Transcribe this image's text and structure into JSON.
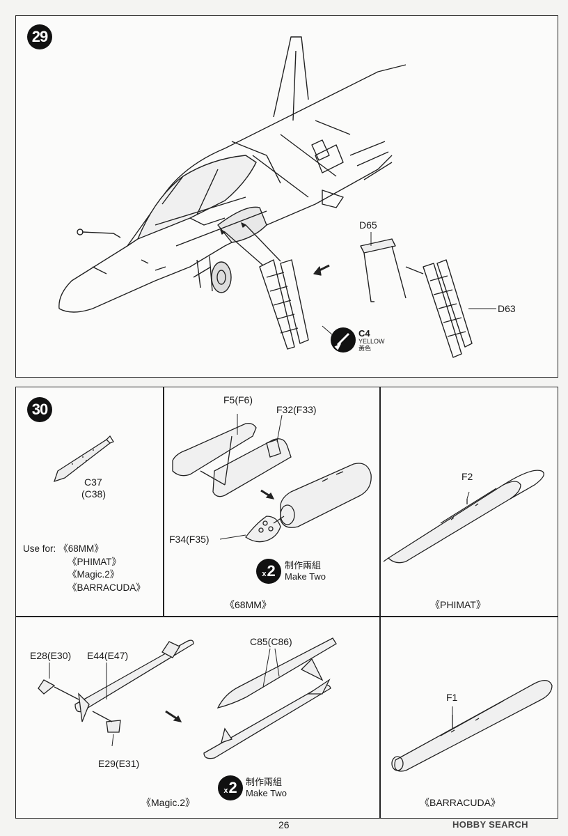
{
  "page_number": "26",
  "watermark": "HOBBY SEARCH",
  "step29": {
    "number": "29",
    "labels": {
      "d65": "D65",
      "d63": "D63"
    },
    "paint": {
      "code": "C4",
      "name_en": "YELLOW",
      "name_zh": "黃色"
    }
  },
  "step30": {
    "number": "30",
    "part_c37": "C37",
    "part_c38": "(C38)",
    "use_for_label": "Use for:",
    "use_for_items": [
      "《68MM》",
      "《PHIMAT》",
      "《Magic.2》",
      "《BARRACUDA》"
    ],
    "panels": {
      "mm68": {
        "title": "《68MM》",
        "labels": {
          "f5": "F5(F6)",
          "f32": "F32(F33)",
          "f34": "F34(F35)"
        },
        "make_two": {
          "count": "2",
          "zh": "制作兩組",
          "en": "Make Two"
        }
      },
      "phimat": {
        "title": "《PHIMAT》",
        "labels": {
          "f2": "F2"
        }
      },
      "magic2": {
        "title": "《Magic.2》",
        "labels": {
          "e28": "E28(E30)",
          "e44": "E44(E47)",
          "c85": "C85(C86)",
          "e29": "E29(E31)"
        },
        "make_two": {
          "count": "2",
          "zh": "制作兩組",
          "en": "Make Two"
        }
      },
      "barracuda": {
        "title": "《BARRACUDA》",
        "labels": {
          "f1": "F1"
        }
      }
    }
  },
  "colors": {
    "ink": "#1a1a1a",
    "paper": "#fbfbfa",
    "badge": "#111111"
  }
}
